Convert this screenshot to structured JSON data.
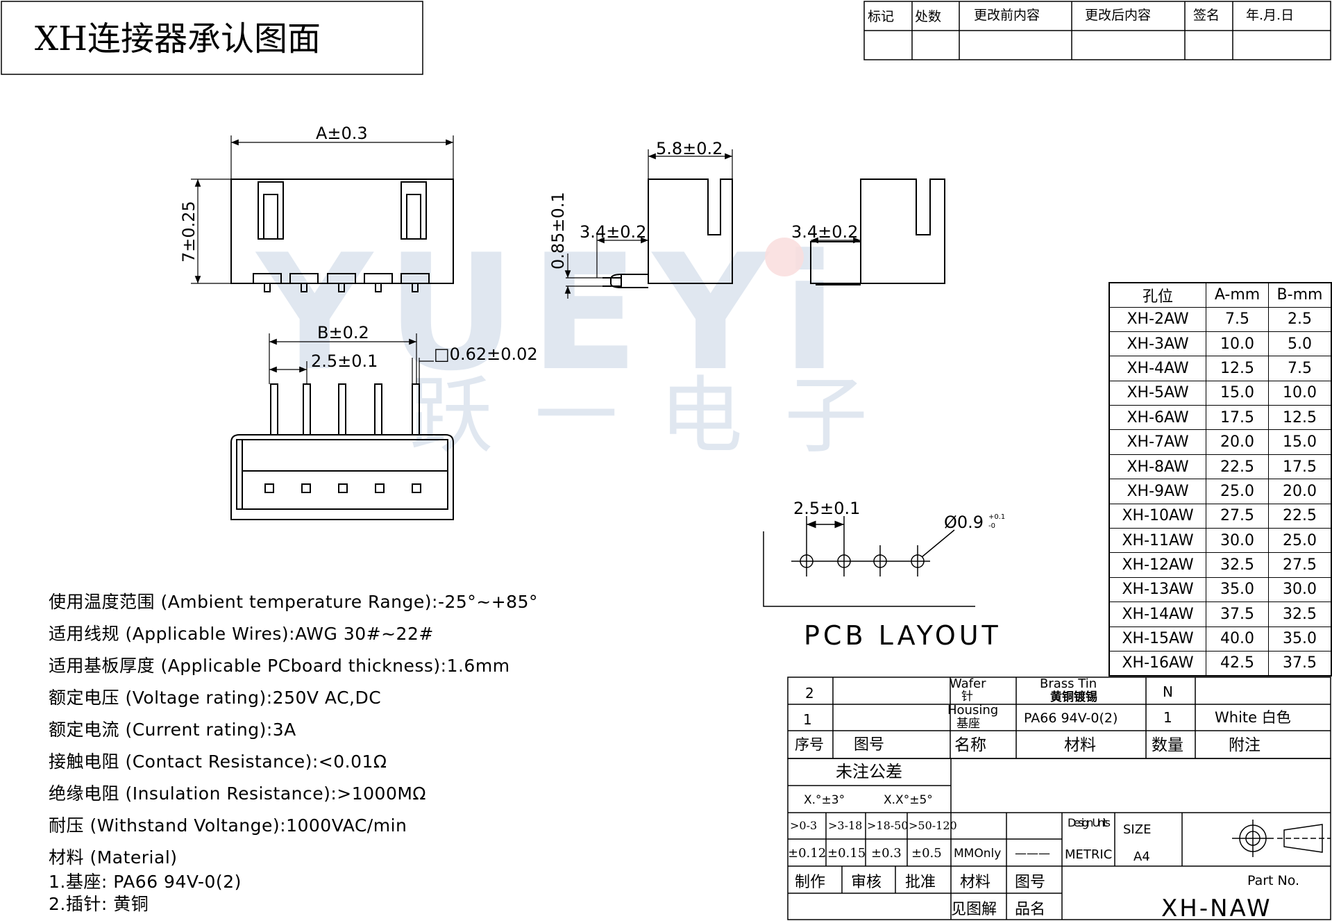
{
  "title": "XH连接器承认图面",
  "revision": {
    "headers": [
      "标记",
      "处数",
      "更改前内容",
      "更改后内容",
      "签名",
      "年.月.日"
    ]
  },
  "watermark": {
    "latin": "YUEYi",
    "cn": "跃一电子"
  },
  "dims": {
    "a": "A±0.3",
    "h7": "7±0.25",
    "b": "B±0.2",
    "pitch": "2.5±0.1",
    "pin": "□0.62±0.02",
    "side_w": "5.8±0.2",
    "side_l1": "3.4±0.2",
    "side_l2": "3.4±0.2",
    "side_t": "0.85±0.1",
    "pcb_pitch": "2.5±0.1",
    "pcb_hole": "Ø0.9",
    "pcb_hole_tol_up": "+0.1",
    "pcb_hole_tol_dn": "-0",
    "pcb_label": "PCB LAYOUT"
  },
  "specs": [
    "使用温度范围 (Ambient temperature Range):-25°~+85°",
    "适用线规  (Applicable Wires):AWG 30#~22#",
    "适用基板厚度  (Applicable PCboard thickness):1.6mm",
    "额定电压  (Voltage rating):250V AC,DC",
    "额定电流   (Current rating):3A",
    "接触电阻 (Contact Resistance):<0.01Ω",
    "绝缘电阻   (Insulation Resistance):>1000MΩ",
    "耐压 (Withstand Voltange):1000VAC/min",
    "材料  (Material)",
    "1.基座: PA66  94V-0(2)",
    "2.插针:  黄铜"
  ],
  "size_table": {
    "headers": [
      "孔位",
      "A-mm",
      "B-mm"
    ],
    "rows": [
      [
        "XH-2AW",
        "7.5",
        "2.5"
      ],
      [
        "XH-3AW",
        "10.0",
        "5.0"
      ],
      [
        "XH-4AW",
        "12.5",
        "7.5"
      ],
      [
        "XH-5AW",
        "15.0",
        "10.0"
      ],
      [
        "XH-6AW",
        "17.5",
        "12.5"
      ],
      [
        "XH-7AW",
        "20.0",
        "15.0"
      ],
      [
        "XH-8AW",
        "22.5",
        "17.5"
      ],
      [
        "XH-9AW",
        "25.0",
        "20.0"
      ],
      [
        "XH-10AW",
        "27.5",
        "22.5"
      ],
      [
        "XH-11AW",
        "30.0",
        "25.0"
      ],
      [
        "XH-12AW",
        "32.5",
        "27.5"
      ],
      [
        "XH-13AW",
        "35.0",
        "30.0"
      ],
      [
        "XH-14AW",
        "37.5",
        "32.5"
      ],
      [
        "XH-15AW",
        "40.0",
        "35.0"
      ],
      [
        "XH-16AW",
        "42.5",
        "37.5"
      ]
    ]
  },
  "bom": {
    "row2": {
      "no": "2",
      "name_en": "Wafer",
      "name_cn": "针",
      "mat_en": "Brass Tin",
      "mat_cn": "黄铜镀锡",
      "qty": "N"
    },
    "row1": {
      "no": "1",
      "name_en": "Housing",
      "name_cn": "基座",
      "mat": "PA66 94V-0(2)",
      "qty": "1",
      "note": "White 白色"
    },
    "header": {
      "no": "序号",
      "dwg": "图号",
      "name": "名称",
      "mat": "材料",
      "qty": "数量",
      "note": "附注"
    }
  },
  "titleblock": {
    "tol_title": "未注公差",
    "tol_ang1": "X.°±3°",
    "tol_ang2": "X.X°±5°",
    "ranges": [
      ">0-3",
      ">3-18",
      ">18-50",
      ">50-120"
    ],
    "tols": [
      "±0.12",
      "±0.15",
      "±0.3",
      "±0.5"
    ],
    "mm_only": "MMOnly",
    "dash": "———",
    "design_units": "Design Units",
    "metric": "METRIC",
    "size_label": "SIZE",
    "size_val": "A4",
    "roles": [
      "制作",
      "审核",
      "批准",
      "材料",
      "图号"
    ],
    "see_fig": "见图解",
    "pin_name": "品名",
    "part_no_label": "Part No.",
    "part_no": "XH-NAW"
  }
}
